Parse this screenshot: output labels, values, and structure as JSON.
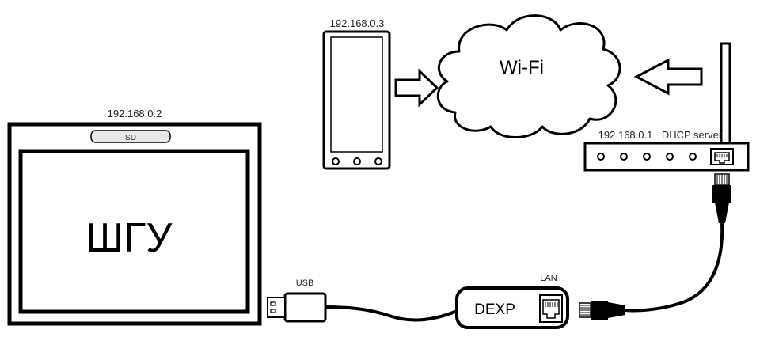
{
  "head_unit": {
    "ip": "192.168.0.2",
    "sd_label": "SD",
    "title": "ШГУ"
  },
  "phone": {
    "ip": "192.168.0.3"
  },
  "wifi": {
    "label": "Wi-Fi"
  },
  "router": {
    "ip": "192.168.0.1",
    "role": "DHCP server"
  },
  "adapter": {
    "brand": "DEXP",
    "usb_label": "USB",
    "lan_label": "LAN"
  },
  "colors": {
    "stroke": "#000000",
    "background": "#ffffff",
    "label": "#222222",
    "slot": "#e8e8e8"
  },
  "icons": {
    "arrow": "block-arrow-right",
    "arrow_left": "block-arrow-left",
    "cable_plug": "rj45-plug-icon",
    "usb_plug": "usb-plug-icon"
  }
}
